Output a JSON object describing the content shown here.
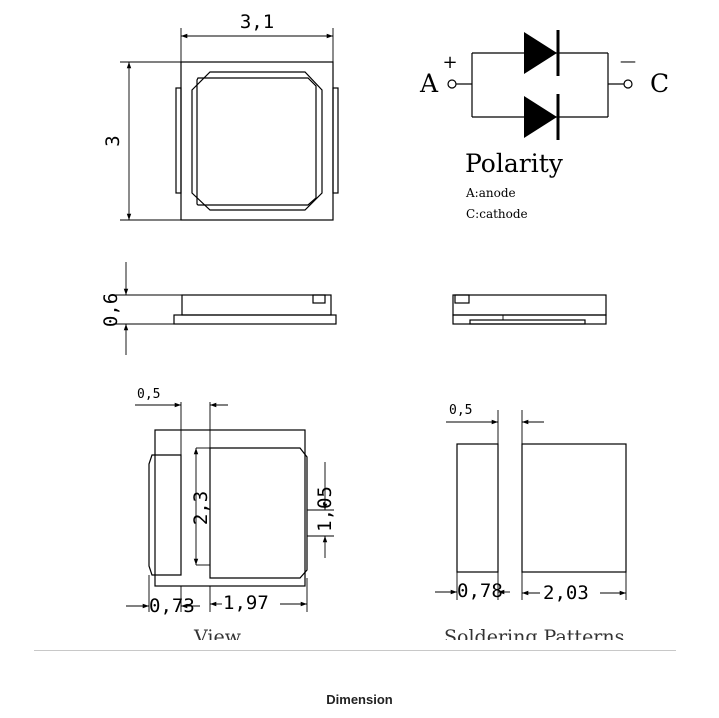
{
  "top_view": {
    "width_label": "3,1",
    "height_label": "3"
  },
  "side_view": {
    "thickness_label": "0,6"
  },
  "schematic": {
    "anode_letter": "A",
    "cathode_letter": "C",
    "plus_sign": "+",
    "minus_sign": "—",
    "title": "Polarity",
    "legend_anode": "A:anode",
    "legend_cathode": "C:cathode"
  },
  "bottom_view": {
    "gap_label": "0,5",
    "pad_height_label": "2,3",
    "pad_offset_label": "1,05",
    "left_label": "0,73",
    "right_label": "1,97",
    "caption": "View"
  },
  "soldering": {
    "gap_label": "0,5",
    "left_width_label": "0,78",
    "right_width_label": "2,03",
    "caption": "Soldering Patterns"
  },
  "footer": {
    "caption": "Dimension"
  }
}
